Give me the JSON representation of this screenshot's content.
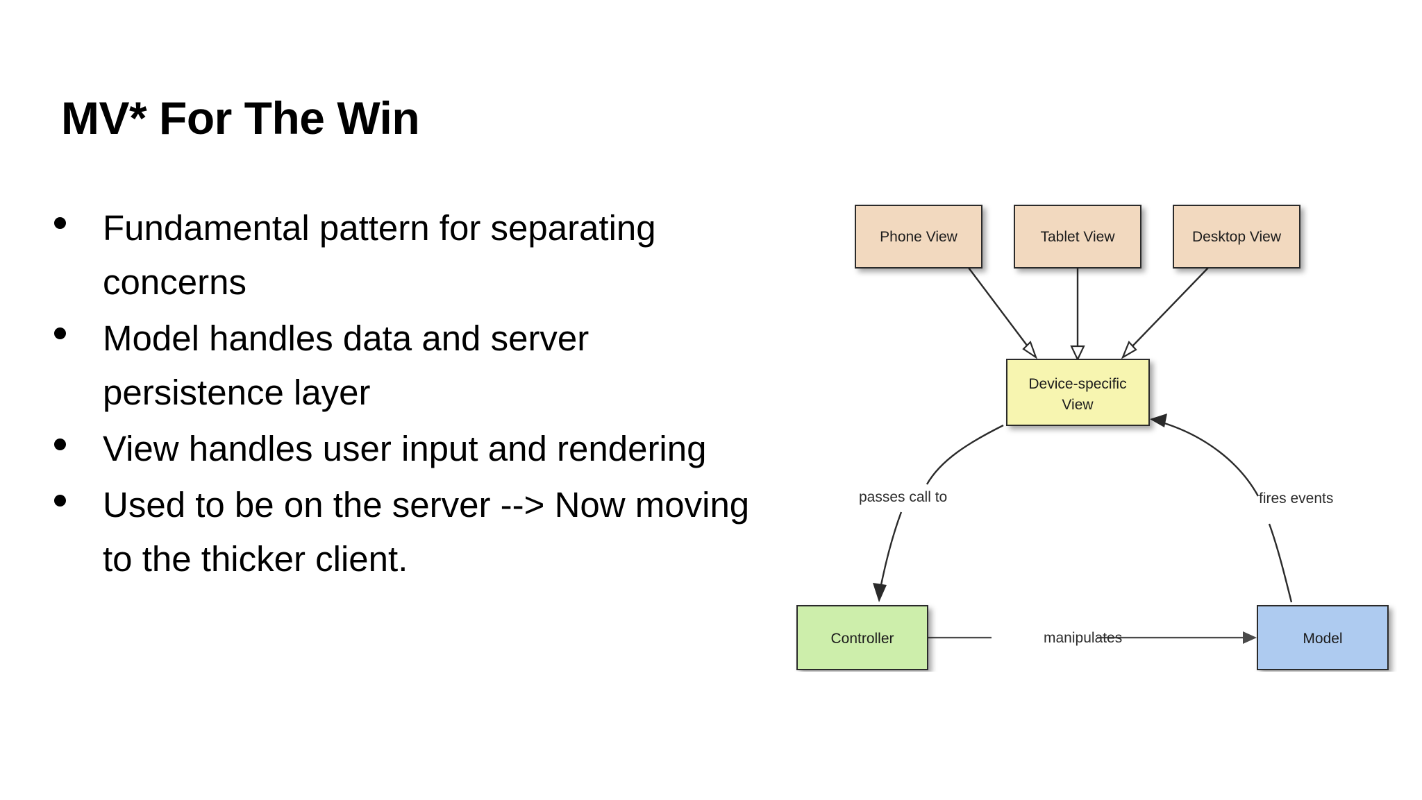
{
  "slide": {
    "title": "MV* For The Win",
    "bullets": [
      "Fundamental pattern for separating concerns",
      "Model handles data and server persistence layer",
      "View handles user input and rendering",
      "Used to be on the server --> Now moving to the thicker client."
    ]
  },
  "diagram": {
    "type": "mvc-architecture-diagram",
    "nodes": [
      {
        "id": "phone-view",
        "label": "Phone View",
        "color": "#f2d9bf"
      },
      {
        "id": "tablet-view",
        "label": "Tablet View",
        "color": "#f2d9bf"
      },
      {
        "id": "desktop-view",
        "label": "Desktop View",
        "color": "#f2d9bf"
      },
      {
        "id": "device-view",
        "label_line1": "Device-specific",
        "label_line2": "View",
        "color": "#f7f5b0"
      },
      {
        "id": "controller",
        "label": "Controller",
        "color": "#cdeeab"
      },
      {
        "id": "model",
        "label": "Model",
        "color": "#aecbf0"
      }
    ],
    "edges": [
      {
        "from": "phone-view",
        "to": "device-view",
        "label": "",
        "head": "hollow-triangle"
      },
      {
        "from": "tablet-view",
        "to": "device-view",
        "label": "",
        "head": "hollow-triangle"
      },
      {
        "from": "desktop-view",
        "to": "device-view",
        "label": "",
        "head": "hollow-triangle"
      },
      {
        "from": "device-view",
        "to": "controller",
        "label": "passes call to",
        "head": "solid-arrow"
      },
      {
        "from": "controller",
        "to": "model",
        "label": "manipulates",
        "head": "solid-arrow"
      },
      {
        "from": "model",
        "to": "device-view",
        "label": "fires events",
        "head": "solid-arrow"
      }
    ]
  }
}
